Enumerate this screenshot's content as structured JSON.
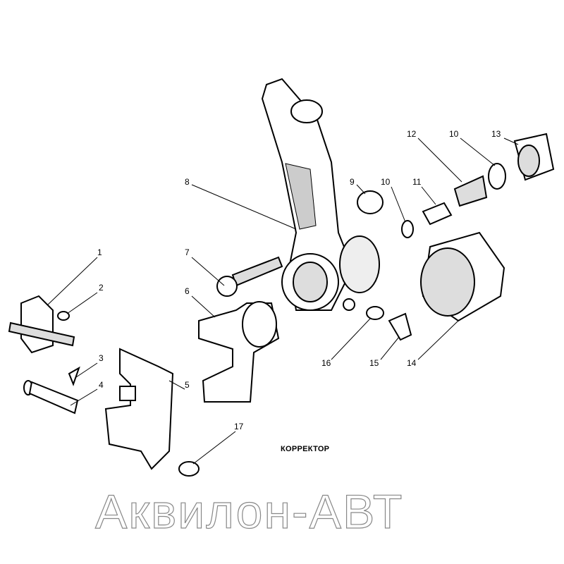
{
  "title": "КОРРЕКТОР",
  "watermark": "Аквилон-АВТ",
  "callouts": [
    {
      "id": "c1",
      "text": "1"
    },
    {
      "id": "c2",
      "text": "2"
    },
    {
      "id": "c3",
      "text": "3"
    },
    {
      "id": "c4",
      "text": "4"
    },
    {
      "id": "c5",
      "text": "5"
    },
    {
      "id": "c6",
      "text": "6"
    },
    {
      "id": "c7",
      "text": "7"
    },
    {
      "id": "c8",
      "text": "8"
    },
    {
      "id": "c9",
      "text": "9"
    },
    {
      "id": "c10a",
      "text": "10"
    },
    {
      "id": "c11",
      "text": "11"
    },
    {
      "id": "c12",
      "text": "12"
    },
    {
      "id": "c10b",
      "text": "10"
    },
    {
      "id": "c13",
      "text": "13"
    },
    {
      "id": "c14",
      "text": "14"
    },
    {
      "id": "c15",
      "text": "15"
    },
    {
      "id": "c16",
      "text": "16"
    },
    {
      "id": "c17",
      "text": "17"
    }
  ]
}
